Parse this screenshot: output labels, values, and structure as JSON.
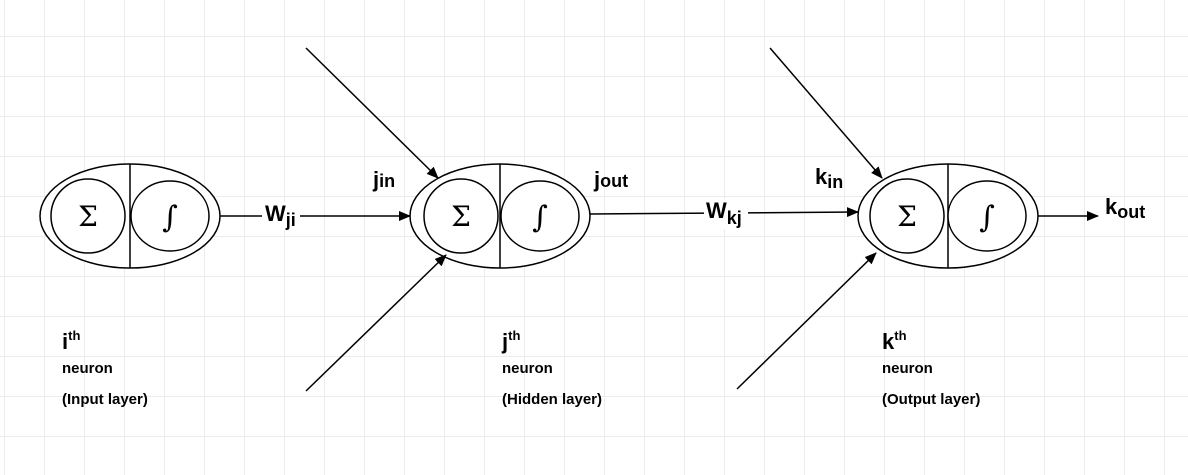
{
  "neurons": [
    {
      "id": "i",
      "index": "i",
      "superscript": "th",
      "word": "neuron",
      "layer": "(Input layer)",
      "sum_symbol": "Σ",
      "activation_symbol": "∫",
      "output": {
        "base": "",
        "sub": ""
      },
      "input": {
        "base": "",
        "sub": ""
      }
    },
    {
      "id": "j",
      "index": "j",
      "superscript": "th",
      "word": "neuron",
      "layer": "(Hidden layer)",
      "sum_symbol": "Σ",
      "activation_symbol": "∫",
      "input": {
        "base": "j",
        "sub": "in"
      },
      "output": {
        "base": "j",
        "sub": "out"
      }
    },
    {
      "id": "k",
      "index": "k",
      "superscript": "th",
      "word": "neuron",
      "layer": "(Output layer)",
      "sum_symbol": "Σ",
      "activation_symbol": "∫",
      "input": {
        "base": "k",
        "sub": "in"
      },
      "output": {
        "base": "k",
        "sub": "out"
      }
    }
  ],
  "weights": [
    {
      "base": "W",
      "sub": "ji"
    },
    {
      "base": "W",
      "sub": "kj"
    }
  ],
  "colors": {
    "stroke": "#000000",
    "grid": "#ececec",
    "background": "#ffffff"
  }
}
